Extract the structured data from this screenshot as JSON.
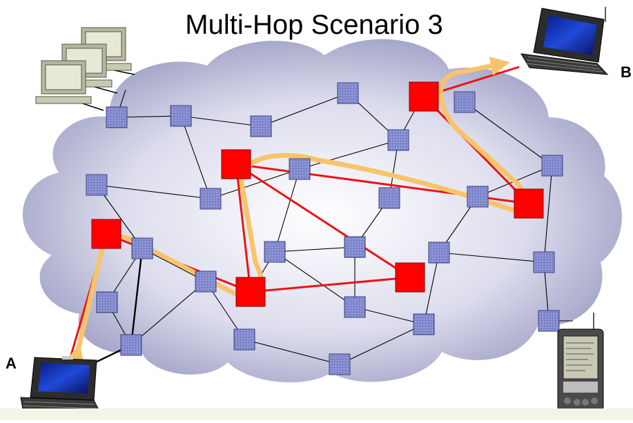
{
  "title": "Multi-Hop Scenario 3",
  "endpoints": {
    "a": "A",
    "b": "B"
  },
  "colors": {
    "cloud_fill": "#8c8cb8",
    "plain_node": "#8e96d8",
    "relay_node": "#ff0000",
    "route_link": "#ee1111",
    "mesh_link": "#000000",
    "path_arrow": "#f8c46a"
  },
  "devices": [
    "server-cluster-icon",
    "laptop-icon",
    "laptop-icon",
    "pda-icon"
  ]
}
